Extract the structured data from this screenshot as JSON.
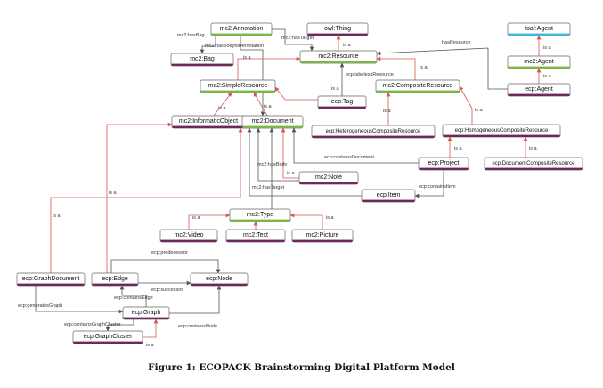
{
  "nodes": [
    {
      "id": "annotation",
      "label": "mc2:Annotation",
      "accent": "green"
    },
    {
      "id": "bag",
      "label": "mc2:Bag",
      "accent": "purple"
    },
    {
      "id": "owl_thing",
      "label": "owl:Thing",
      "accent": "purple"
    },
    {
      "id": "resource",
      "label": "mc2:Resource",
      "accent": "green"
    },
    {
      "id": "simple_resource",
      "label": "mc2:SimpleResource",
      "accent": "green"
    },
    {
      "id": "tag",
      "label": "ecp:Tag",
      "accent": "purple"
    },
    {
      "id": "composite_resource",
      "label": "mc2:CompositeResource",
      "accent": "green"
    },
    {
      "id": "foaf_agent",
      "label": "foaf:Agent",
      "accent": "blue"
    },
    {
      "id": "mc2_agent",
      "label": "mc2:Agent",
      "accent": "green"
    },
    {
      "id": "ecp_agent",
      "label": "ecp:Agent",
      "accent": "purple"
    },
    {
      "id": "informatic_object",
      "label": "mc2:InformaticObject",
      "accent": "purple"
    },
    {
      "id": "document",
      "label": "mc2:Document",
      "accent": "green"
    },
    {
      "id": "heterogeneous",
      "label": "ecp:HeterogeneousCompositeResource",
      "accent": "purple"
    },
    {
      "id": "homogeneous",
      "label": "ecp:HomogeneousCompositeResource",
      "accent": "purple"
    },
    {
      "id": "project",
      "label": "ecp:Project",
      "accent": "purple"
    },
    {
      "id": "doc_composite",
      "label": "ecp:DocumentCompositeResource",
      "accent": "purple"
    },
    {
      "id": "note",
      "label": "mc2:Note",
      "accent": "purple"
    },
    {
      "id": "item",
      "label": "ecp:Item",
      "accent": "purple"
    },
    {
      "id": "type",
      "label": "mc2:Type",
      "accent": "green"
    },
    {
      "id": "video",
      "label": "mc2:Video",
      "accent": "purple"
    },
    {
      "id": "text",
      "label": "mc2:Text",
      "accent": "purple"
    },
    {
      "id": "picture",
      "label": "mc2:Picture",
      "accent": "purple"
    },
    {
      "id": "graph_document",
      "label": "ecp:GraphDocument",
      "accent": "purple"
    },
    {
      "id": "edge",
      "label": "ecp:Edge",
      "accent": "purple"
    },
    {
      "id": "node",
      "label": "ecp:Node",
      "accent": "purple"
    },
    {
      "id": "graph",
      "label": "ecp:Graph",
      "accent": "purple"
    },
    {
      "id": "graph_cluster",
      "label": "ecp:GraphCluster",
      "accent": "purple"
    }
  ],
  "edges": [
    {
      "from": "annotation",
      "to": "bag",
      "label": "mc2:hasBag",
      "kind": "property"
    },
    {
      "from": "annotation",
      "to": "resource",
      "label": "mc2:hasTarget",
      "kind": "property"
    },
    {
      "from": "annotation",
      "to": "document",
      "label": "mc2:hasBodyforAnnotation",
      "kind": "property"
    },
    {
      "from": "resource",
      "to": "owl_thing",
      "label": "is a",
      "kind": "isa"
    },
    {
      "from": "simple_resource",
      "to": "resource",
      "label": "is a",
      "kind": "isa"
    },
    {
      "from": "tag",
      "to": "resource",
      "label": "ecp:isbelessResource",
      "kind": "property"
    },
    {
      "from": "tag",
      "to": "simple_resource",
      "label": "is a",
      "kind": "isa"
    },
    {
      "from": "composite_resource",
      "to": "resource",
      "label": "is a",
      "kind": "isa"
    },
    {
      "from": "ecp_agent",
      "to": "resource",
      "label": "hasResource",
      "kind": "property"
    },
    {
      "from": "mc2_agent",
      "to": "foaf_agent",
      "label": "is a",
      "kind": "isa"
    },
    {
      "from": "ecp_agent",
      "to": "mc2_agent",
      "label": "is a",
      "kind": "isa"
    },
    {
      "from": "informatic_object",
      "to": "simple_resource",
      "label": "is a",
      "kind": "isa"
    },
    {
      "from": "document",
      "to": "simple_resource",
      "label": "is a",
      "kind": "isa"
    },
    {
      "from": "heterogeneous",
      "to": "composite_resource",
      "label": "is a",
      "kind": "isa"
    },
    {
      "from": "homogeneous",
      "to": "composite_resource",
      "label": "is a",
      "kind": "isa"
    },
    {
      "from": "project",
      "to": "homogeneous",
      "label": "is a",
      "kind": "isa"
    },
    {
      "from": "doc_composite",
      "to": "homogeneous",
      "label": "is a",
      "kind": "isa"
    },
    {
      "from": "project",
      "to": "document",
      "label": "ecp:containsDocument",
      "kind": "property"
    },
    {
      "from": "project",
      "to": "item",
      "label": "ecp:containsItem",
      "kind": "property"
    },
    {
      "from": "note",
      "to": "document",
      "label": "is a",
      "kind": "isa"
    },
    {
      "from": "note",
      "to": "document",
      "label": "mc2:hasBody",
      "kind": "property"
    },
    {
      "from": "item",
      "to": "document",
      "label": "mc2:hasTarget",
      "kind": "property"
    },
    {
      "from": "type",
      "to": "document",
      "label": "",
      "kind": "property"
    },
    {
      "from": "video",
      "to": "type",
      "label": "is a",
      "kind": "isa"
    },
    {
      "from": "text",
      "to": "type",
      "label": "is a",
      "kind": "isa"
    },
    {
      "from": "picture",
      "to": "type",
      "label": "is a",
      "kind": "isa"
    },
    {
      "from": "graph_document",
      "to": "document",
      "label": "is a",
      "kind": "isa"
    },
    {
      "from": "edge",
      "to": "informatic_object",
      "label": "is a",
      "kind": "isa"
    },
    {
      "from": "edge",
      "to": "node",
      "label": "ecp:predecessor",
      "kind": "property"
    },
    {
      "from": "edge",
      "to": "node",
      "label": "ecp:successor",
      "kind": "property"
    },
    {
      "from": "graph",
      "to": "edge",
      "label": "ecp:containsEdge",
      "kind": "property"
    },
    {
      "from": "graph",
      "to": "node",
      "label": "ecp:containsNode",
      "kind": "property"
    },
    {
      "from": "graph_document",
      "to": "graph",
      "label": "ecp:generatesGraph",
      "kind": "property"
    },
    {
      "from": "graph",
      "to": "graph_cluster",
      "label": "ecp:containsGraphCluster",
      "kind": "property"
    },
    {
      "from": "graph_cluster",
      "to": "graph",
      "label": "is a",
      "kind": "isa"
    }
  ],
  "caption": {
    "prefix": "Figure 1:",
    "text": "ECOPACK Brainstorming Digital Platform Model"
  },
  "colors": {
    "green_accent": "#7ab648",
    "purple_accent": "#6b2a5a",
    "blue_accent": "#3fb5d8",
    "isa_arrow": "#d9534f",
    "property_arrow": "#555555",
    "node_border": "#666666"
  }
}
